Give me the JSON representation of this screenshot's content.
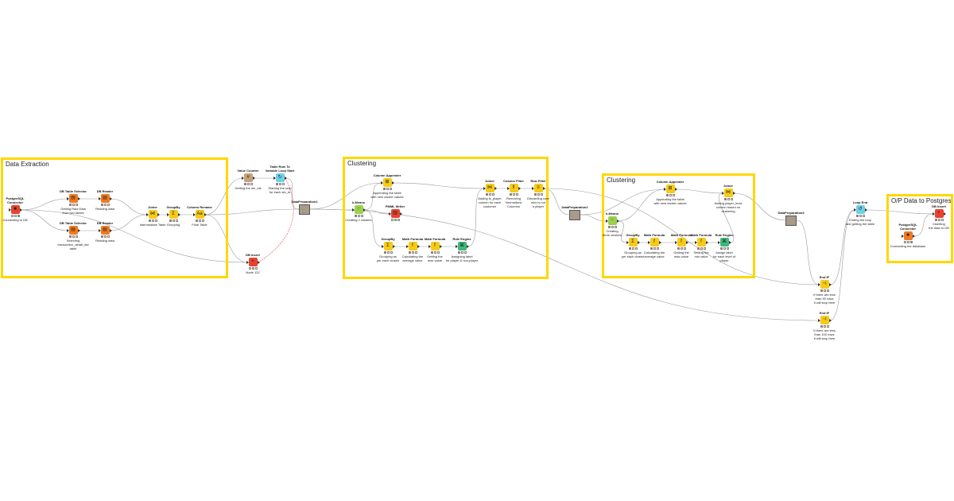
{
  "annotations": [
    {
      "id": "a1",
      "title": "Data Extraction"
    },
    {
      "id": "a2",
      "title": "Clustering"
    },
    {
      "id": "a3",
      "title": "Clustering"
    },
    {
      "id": "a4",
      "title": "O/P Data to Postgres"
    }
  ],
  "nodes": [
    {
      "id": "n_pg1",
      "name": "PostgreSQL\nConnector",
      "label": "Connecting to DB",
      "color": "#e8432f",
      "icon": "■",
      "status": "green"
    },
    {
      "id": "n_dbsel1",
      "name": "DB Table Selector",
      "label": "Getting Raw Data\nfrom two tables",
      "color": "#f07a1e",
      "icon": "▤",
      "status": "red"
    },
    {
      "id": "n_dbsel2",
      "name": "DB Table Selector",
      "label": "Selecting\ntransaction_detail_std\ntable",
      "color": "#f07a1e",
      "icon": "▤",
      "status": "red"
    },
    {
      "id": "n_dbr1",
      "name": "DB Reader",
      "label": "Reading data",
      "color": "#f07a1e",
      "icon": "▤",
      "status": "red"
    },
    {
      "id": "n_dbr2",
      "name": "DB Reader",
      "label": "Reading data",
      "color": "#f07a1e",
      "icon": "▤",
      "status": "red"
    },
    {
      "id": "n_join1",
      "name": "Joiner",
      "label": "Intermediate Table",
      "color": "#f7cb15",
      "icon": "⋈",
      "status": "red"
    },
    {
      "id": "n_gb1",
      "name": "GroupBy",
      "label": "Grouping",
      "color": "#f7cb15",
      "icon": "Σ",
      "status": "red"
    },
    {
      "id": "n_colren",
      "name": "Column Rename",
      "label": "Final Table",
      "color": "#f7cb15",
      "icon": "Aa",
      "status": "red"
    },
    {
      "id": "n_valcnt",
      "name": "Value Counter",
      "label": "Getting the stn_ids",
      "color": "#c8a27a",
      "icon": "#",
      "status": "red"
    },
    {
      "id": "n_loopstart",
      "name": "Table Row To\nVariable Loop Start",
      "label": "Starting the loop\nfor each stn_id",
      "color": "#6fd0e8",
      "icon": "↻",
      "status": "red"
    },
    {
      "id": "n_dbins1",
      "name": "DB Insert",
      "label": "Node 122",
      "color": "#e8432f",
      "icon": "+",
      "status": "yellow"
    },
    {
      "id": "n_km1",
      "name": "k-Means",
      "label": "Creating 2 clusters",
      "color": "#9bd14b",
      "icon": "⁘",
      "status": "red"
    },
    {
      "id": "n_colapp1",
      "name": "Column Appender",
      "label": "Appending the table\nwith new cluster values",
      "color": "#f7cb15",
      "icon": "⊞",
      "status": "red"
    },
    {
      "id": "n_pmml",
      "name": "PMML Writer",
      "label": "",
      "color": "#e8432f",
      "icon": "▥",
      "status": "yellow"
    },
    {
      "id": "n_gb2",
      "name": "GroupBy",
      "label": "Grouping as\nper each cluster",
      "color": "#f7cb15",
      "icon": "Σ",
      "status": "red"
    },
    {
      "id": "n_mf1",
      "name": "Math Formula",
      "label": "Calculating the\naverage value",
      "color": "#f7cb15",
      "icon": "f",
      "status": "red"
    },
    {
      "id": "n_mf2",
      "name": "Math Formula",
      "label": "Getting the\nmax value",
      "color": "#f7cb15",
      "icon": "f",
      "status": "red"
    },
    {
      "id": "n_rule1",
      "name": "Rule Engine",
      "label": "Assigning label\nfor player & non-player",
      "color": "#3eb87a",
      "icon": "⌘",
      "status": "red"
    },
    {
      "id": "n_join2",
      "name": "Joiner",
      "label": "Adding is_player\ncolumn for each\ncustomer",
      "color": "#f7cb15",
      "icon": "⋈",
      "status": "red"
    },
    {
      "id": "n_colfil",
      "name": "Column Filter",
      "label": "Removing\nNormalized\nColumns",
      "color": "#f7cb15",
      "icon": "‖",
      "status": "red"
    },
    {
      "id": "n_rowfil",
      "name": "Row Filter",
      "label": "Discarding user\nwho is not\na player",
      "color": "#f7cb15",
      "icon": "≡",
      "status": "red"
    },
    {
      "id": "n_km2",
      "name": "k-Means",
      "label": "Creating\nthree clusters",
      "color": "#9bd14b",
      "icon": "⁘",
      "status": "red"
    },
    {
      "id": "n_colapp2",
      "name": "Column Appender",
      "label": "Appending the table\nwith new cluster values",
      "color": "#f7cb15",
      "icon": "⊞",
      "status": "red"
    },
    {
      "id": "n_join3",
      "name": "Joiner",
      "label": "Adding player_level\ncolumn based on\nclustering",
      "color": "#f7cb15",
      "icon": "⋈",
      "status": "red"
    },
    {
      "id": "n_gb3",
      "name": "GroupBy",
      "label": "Grouping as\nper each cluster",
      "color": "#f7cb15",
      "icon": "Σ",
      "status": "red"
    },
    {
      "id": "n_mf3",
      "name": "Math Formula",
      "label": "Calculating the\naverage value",
      "color": "#f7cb15",
      "icon": "f",
      "status": "red"
    },
    {
      "id": "n_mf4",
      "name": "Math Formula",
      "label": "Getting the\nmax value",
      "color": "#f7cb15",
      "icon": "f",
      "status": "red"
    },
    {
      "id": "n_mf5",
      "name": "Math Formula",
      "label": "Setting the\nmin value",
      "color": "#f7cb15",
      "icon": "f",
      "status": "red"
    },
    {
      "id": "n_rule2",
      "name": "Rule Engine",
      "label": "Assign label\nfor each level of\nplayer",
      "color": "#3eb87a",
      "icon": "⌘",
      "status": "red"
    },
    {
      "id": "n_endif1",
      "name": "End IF",
      "label": "If there are less\nthan 50 rows\nit will stop here",
      "color": "#f7cb15",
      "icon": "⊣",
      "status": "red"
    },
    {
      "id": "n_endif2",
      "name": "End IF",
      "label": "If there are less\nthan 100 rows\nit will stop here",
      "color": "#f7cb15",
      "icon": "⊣",
      "status": "red"
    },
    {
      "id": "n_loopend",
      "name": "Loop End",
      "label": "Ending the loop\nand getting the table",
      "color": "#6fd0e8",
      "icon": "↺",
      "status": "red"
    },
    {
      "id": "n_pg2",
      "name": "PostgreSQL\nConnector",
      "label": "Connecting the database",
      "color": "#f07a1e",
      "icon": "■",
      "status": "green"
    },
    {
      "id": "n_dbins2",
      "name": "DB Insert",
      "label": "Inserting\nthe data to DB",
      "color": "#e8432f",
      "icon": "+",
      "status": "red"
    }
  ],
  "metanodes": [
    {
      "id": "m1",
      "name": "DataPreparation1"
    },
    {
      "id": "m2",
      "name": "DataPreparation2"
    },
    {
      "id": "m3",
      "name": "DataPreparation3"
    }
  ],
  "colors": {
    "annotation_border": "#ffd700",
    "connection": "#9a9a9a",
    "status_red": "#e84a4a",
    "status_yellow": "#f5c800",
    "status_green": "#4cbb4c"
  }
}
